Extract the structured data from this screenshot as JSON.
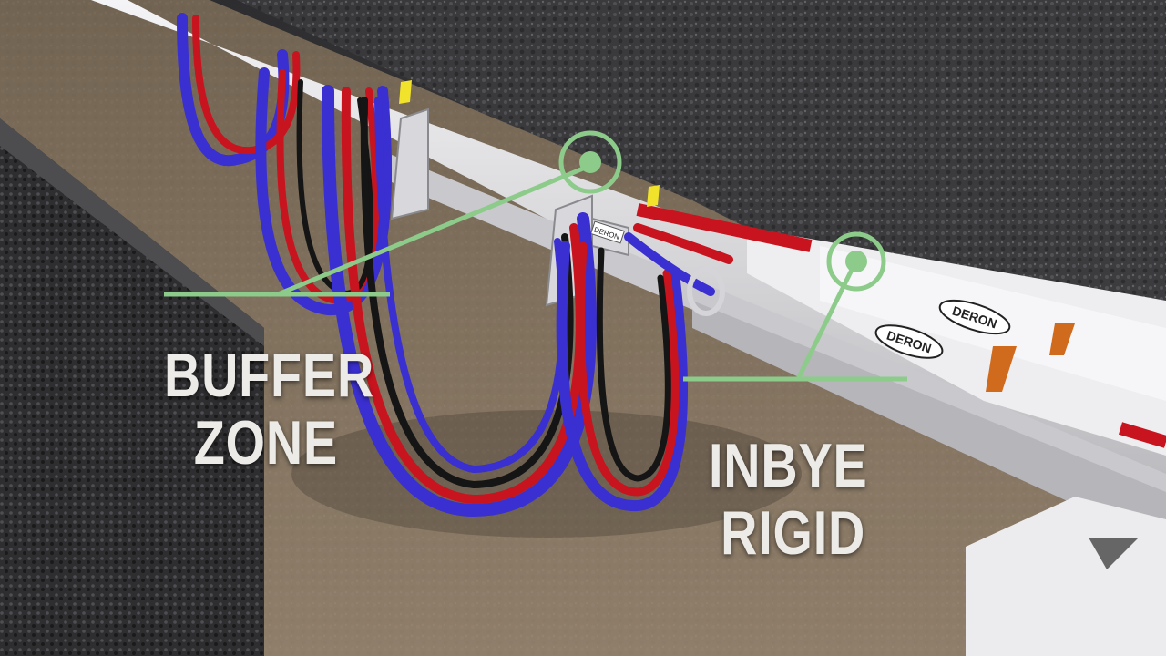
{
  "callouts": [
    {
      "id": "buffer",
      "lines": [
        "BUFFER",
        "ZONE"
      ]
    },
    {
      "id": "inbye",
      "lines": [
        "INBYE",
        "RIGID"
      ]
    }
  ],
  "brand_labels": [
    "DERON",
    "DERON"
  ],
  "hanger_tag": "DERON",
  "colors": {
    "callout_green": "#8ccb8a",
    "cable_blue": "#3a2fd0",
    "cable_red": "#c8141e",
    "cable_black": "#151515",
    "floor": "#8a7760",
    "wall": "#3a3a3a",
    "track": "#e8e8ea"
  }
}
